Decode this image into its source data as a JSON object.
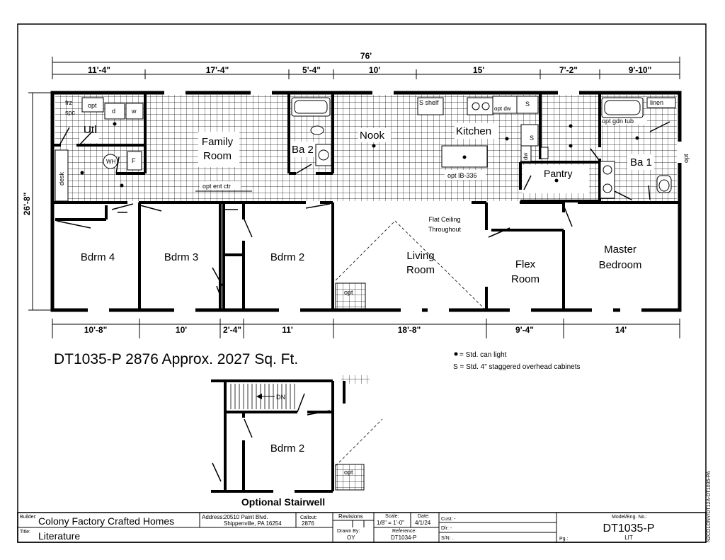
{
  "plan": {
    "overall_width": "76'",
    "overall_depth": "26'-8\"",
    "top_dims": [
      "11'-4\"",
      "17'-4\"",
      "5'-4\"",
      "10'",
      "15'",
      "7'-2\"",
      "9'-10\""
    ],
    "bottom_dims": [
      "10'-8\"",
      "10'",
      "2'-4\"",
      "11'",
      "18'-8\"",
      "9'-4\"",
      "14'"
    ],
    "rooms": {
      "family_room": "Family\nRoom",
      "utl": "Utl",
      "ba2": "Ba 2",
      "nook": "Nook",
      "kitchen": "Kitchen",
      "pantry": "Pantry",
      "ba1": "Ba 1",
      "bdrm4": "Bdrm 4",
      "bdrm3": "Bdrm 3",
      "bdrm2": "Bdrm 2",
      "living_room": "Living\nRoom",
      "flex_room": "Flex\nRoom",
      "master_bedroom": "Master\nBedroom"
    },
    "notes": {
      "frz_spc": "frz\nspc",
      "opt1": "opt",
      "d": "d",
      "w": "w",
      "wh": "WH",
      "f": "F",
      "desk": "desk",
      "opt_ent_ctr": "opt ent ctr",
      "s_shelf": "S shelf",
      "opt_dw": "opt dw",
      "s_top": "S",
      "s_side": "S",
      "dw": "dw",
      "opt_ib": "opt IB-336",
      "opt_gdn_tub": "opt gdn tub",
      "linen": "linen",
      "opt_right": "opt",
      "flat_ceiling": "Flat Ceiling\nThroughout",
      "opt_living": "opt",
      "opt_stair": "opt"
    },
    "model_title": "DT1035-P 2876  Approx. 2027 Sq. Ft.",
    "legend": {
      "can_light": "= Std. can light",
      "cabinets": "S = Std. 4\" staggered overhead cabinets"
    },
    "optional": {
      "dn": "DN",
      "bdrm2": "Bdrm 2",
      "caption": "Optional Stairwell"
    },
    "side_code": "N2COLONY/DT12A-DT1035-PA"
  },
  "title_block": {
    "builder_label": "Builder:",
    "builder": "Colony Factory Crafted Homes",
    "title_label": "Title:",
    "title": "Literature",
    "address_label": "Address:",
    "address_line1": "20510 Paint Blvd.",
    "address_line2": "Shippenville, PA 16254",
    "callout_label": "Callout:",
    "callout": "2876",
    "revisions_label": "Revisions",
    "scale_label": "Scale:",
    "scale": "1/8\" = 1'-0\"",
    "date_label": "Date:",
    "date": "4/1/24",
    "drawn_by_label": "Drawn By:",
    "drawn_by": "OY",
    "reference_label": "Reference:",
    "reference": "DT1034-P",
    "cust": "Cust: -",
    "dlr": "Dlr: -",
    "sn": "S/N: .",
    "model_label": "Model/Eng. No.:",
    "model": "DT1035-P",
    "pg_label": "Pg.:",
    "pg": "LIT"
  }
}
